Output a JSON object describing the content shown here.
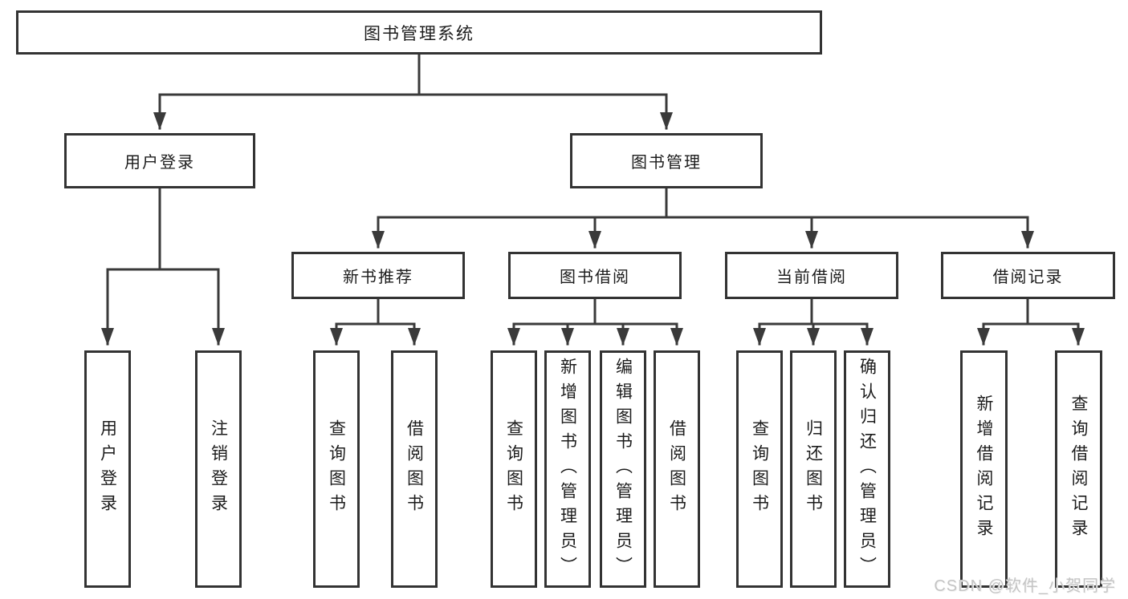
{
  "root": {
    "label": "图书管理系统"
  },
  "tree": {
    "user_login": {
      "label": "用户登录",
      "leaves": [
        "用户登录",
        "注销登录"
      ]
    },
    "book_mgmt": {
      "label": "图书管理",
      "groups": [
        {
          "label": "新书推荐",
          "leaves": [
            "查询图书",
            "借阅图书"
          ]
        },
        {
          "label": "图书借阅",
          "leaves": [
            "查询图书",
            "新增图书（管理员）",
            "编辑图书（管理员）",
            "借阅图书"
          ]
        },
        {
          "label": "当前借阅",
          "leaves": [
            "查询图书",
            "归还图书",
            "确认归还（管理员）"
          ]
        },
        {
          "label": "借阅记录",
          "leaves": [
            "新增借阅记录",
            "查询借阅记录"
          ]
        }
      ]
    }
  },
  "watermark": {
    "text": "CSDN @软件_小贺同学"
  },
  "colors": {
    "line": "#3a3a3a",
    "box_border": "#333333",
    "text": "#1c1c1c",
    "watermark": "#c4c4c4",
    "background": "#ffffff"
  }
}
